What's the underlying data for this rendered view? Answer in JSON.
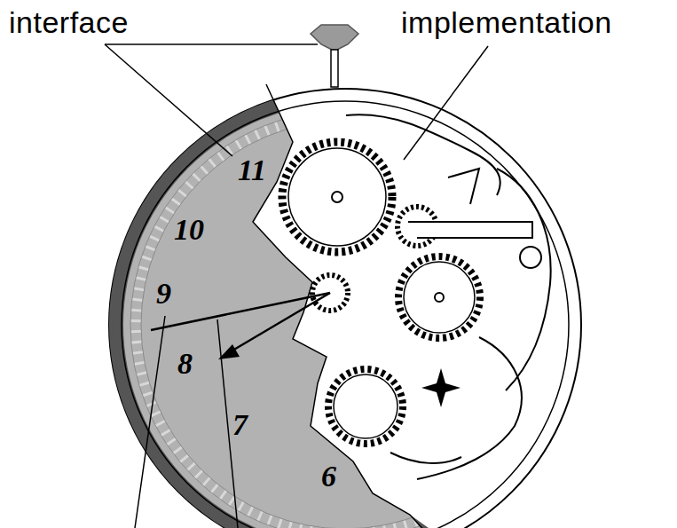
{
  "diagram": {
    "labels": [
      "interface",
      "implementation",
      "11",
      "10",
      "9",
      "8",
      "7",
      "6"
    ]
  }
}
